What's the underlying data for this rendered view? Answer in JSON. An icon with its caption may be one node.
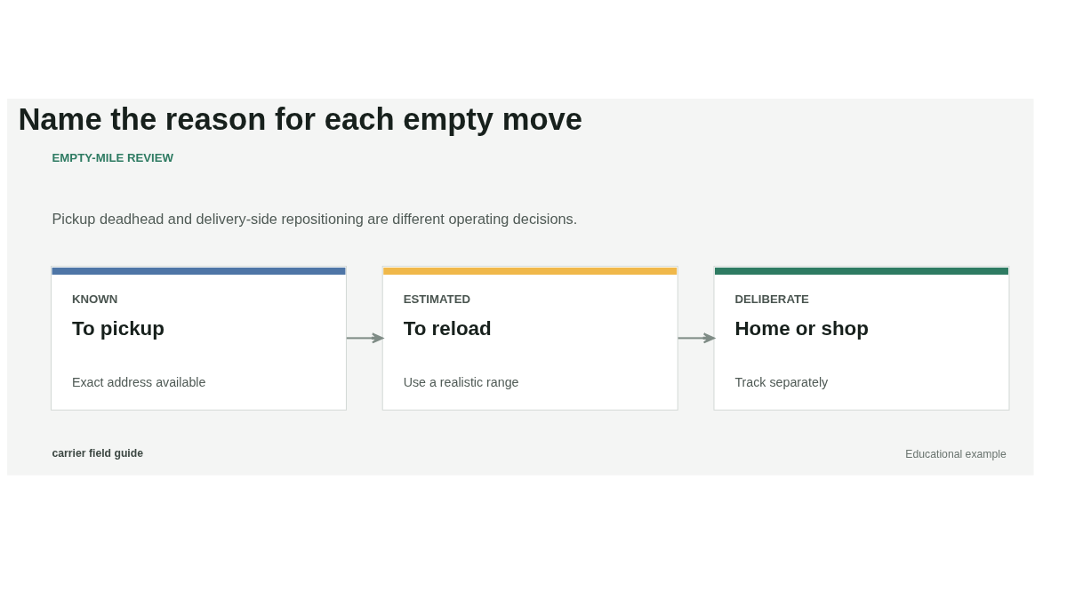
{
  "diagram": {
    "title": "Name the reason for each empty move",
    "nodes": [
      {
        "text": [
          "KNOWN",
          "To pickup",
          "Exact address available"
        ]
      },
      {
        "text": [
          "ESTIMATED",
          "To reload",
          "Use a realistic range"
        ]
      },
      {
        "text": [
          "DELIBERATE",
          "Home or shop",
          "Track separately"
        ]
      }
    ],
    "edges": [
      {
        "from": 0,
        "to": 1,
        "arrow": "to"
      },
      {
        "from": 1,
        "to": 2,
        "arrow": "to"
      }
    ],
    "labels": [
      "EMPTY-MILE REVIEW",
      "Pickup deadhead and delivery-side repositioning are different operating decisions.",
      "carrier field guide",
      "Educational example"
    ]
  }
}
